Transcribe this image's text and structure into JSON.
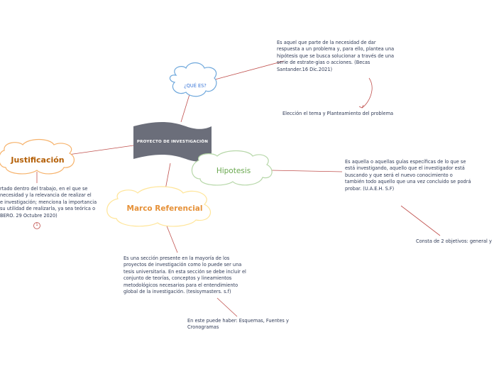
{
  "central": {
    "title": "PROYECTO DE INVESTIGACIÓN"
  },
  "nodes": {
    "que_es": {
      "label": "¿QUÉ ES?",
      "text": "Es aquel que parte de la necesidad de dar respuesta a un problema y, para ello, plantea una hipótesis que se busca solucionar a través de una serie de estrate-gias o acciones. (Becas Santander.16 Dic.2021)",
      "sub": "Elección el tema y Planteamiento del problema"
    },
    "justificacion": {
      "label": "Justificación",
      "text_lines": [
        "rtado dentro del trabajo, en el que se",
        "necesidad y la relevancia de realizar el",
        "e investigación; menciona la importancia",
        "su utilidad de realizarla, ya sea teórica o",
        "BERO. 29 Octubre 2020)"
      ],
      "badge": "1"
    },
    "hipotesis": {
      "label": "Hipotesis",
      "text": "Es aquella o aquellas guías específicas de lo que se está investigando, aquello que el investigador está buscando y que será el nuevo conocimiento o también todo aquello que una vez concluido se podrá probar. (U.A.E.H. S.F)",
      "sub": "Consta de 2 objetivos: general y"
    },
    "marco": {
      "label": "Marco Referencial",
      "text": "Es una sección presente en la mayoría de los proyectos de investigación como lo puede ser una tesis universitaria. En esta sección se debe incluir el conjunto de teorías, conceptos y lineamientos metodológicos necesarios para el entendimiento global de la investigación. (tesisymasters. s.f)",
      "sub": "En este puede haber: Esquemas, Fuentes y Cronogramas"
    }
  },
  "colors": {
    "central_fill": "#6b6e7a",
    "connector": "#c0504d",
    "que_es_border": "#6fa8dc",
    "que_es_text": "#3c78d8",
    "justificacion_border": "#f6b26b",
    "justificacion_text": "#b45f06",
    "hipotesis_border": "#b6d7a8",
    "hipotesis_text": "#6aa84f",
    "marco_border": "#ffe599",
    "marco_text": "#e69138",
    "body_text": "#2f3a56"
  }
}
